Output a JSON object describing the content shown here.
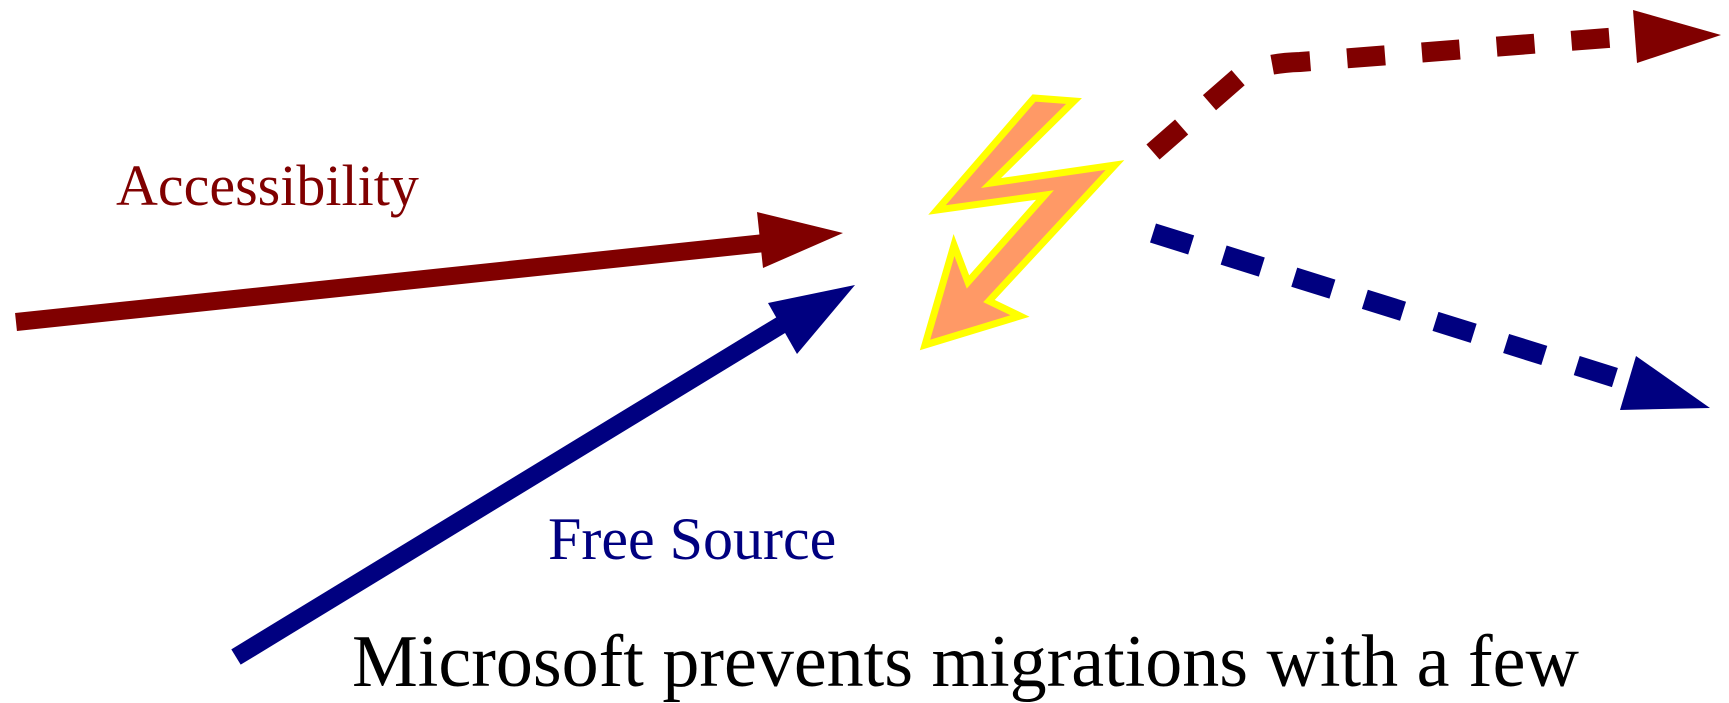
{
  "labels": {
    "accessibility": "Accessibility",
    "free_source": "Free Source"
  },
  "caption": "Microsoft prevents migrations with a few",
  "colors": {
    "accessibility": "#800000",
    "free_source": "#000080",
    "lightning_fill": "#ff9966",
    "lightning_stroke": "#ffff00",
    "caption": "#000000",
    "background": "#ffffff"
  },
  "icons": {
    "conflict": "lightning-bolt-icon"
  }
}
